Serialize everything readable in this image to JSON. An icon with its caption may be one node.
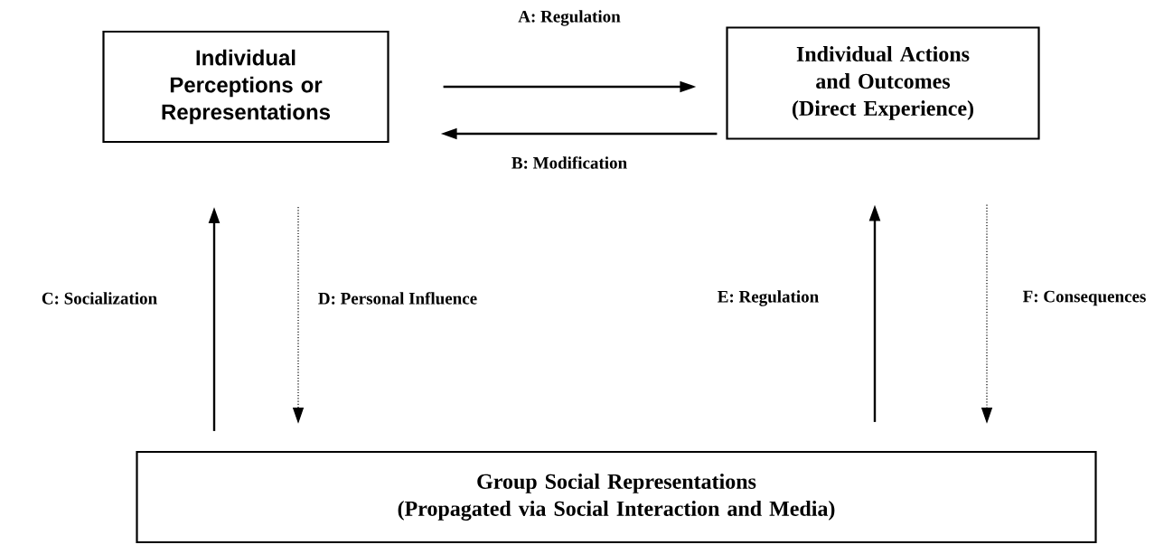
{
  "diagram": {
    "nodes": [
      {
        "text": [
          "Individual Perceptions or Representations"
        ]
      },
      {
        "text": [
          "Individual Actions and Outcomes",
          "(Direct Experience)"
        ]
      },
      {
        "text": [
          "Group Social Representations",
          "(Propagated via Social Interaction and Media)"
        ]
      }
    ],
    "edges": [
      {
        "from": 0,
        "to": 1,
        "arrow": "to",
        "label": "A: Regulation"
      },
      {
        "from": 1,
        "to": 0,
        "arrow": "to",
        "label": "B: Modification"
      },
      {
        "from": 2,
        "to": 0,
        "arrow": "to",
        "label": "C: Socialization"
      },
      {
        "from": 0,
        "to": 2,
        "arrow": "to",
        "label": "D: Personal Influence",
        "style": "dashed"
      },
      {
        "from": 2,
        "to": 1,
        "arrow": "to",
        "label": "E: Regulation"
      },
      {
        "from": 1,
        "to": 2,
        "arrow": "to",
        "label": "F: Consequences",
        "style": "dashed"
      }
    ]
  }
}
